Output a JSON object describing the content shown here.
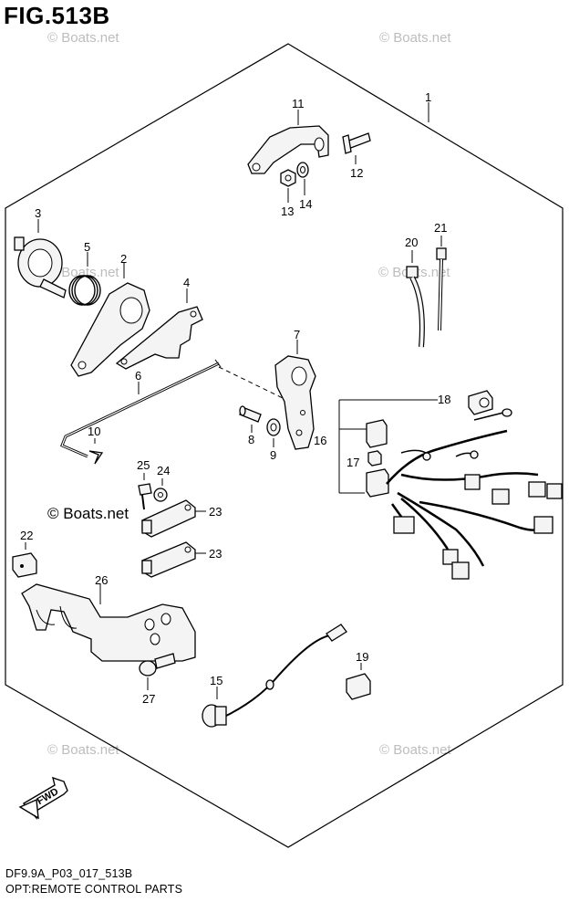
{
  "figure": {
    "title": "FIG.513B",
    "code": "DF9.9A_P03_017_513B",
    "caption": "OPT:REMOTE CONTROL PARTS"
  },
  "watermark": {
    "text": "© Boats.net",
    "text_light": "© Boats.net",
    "color_light": "#bdbdbd",
    "color_dark": "#000000"
  },
  "direction_marker": {
    "label": "FWD",
    "icon": "arrow-left-down-icon"
  },
  "callouts": [
    "1",
    "2",
    "3",
    "4",
    "5",
    "6",
    "7",
    "8",
    "9",
    "10",
    "11",
    "12",
    "13",
    "14",
    "15",
    "16",
    "17",
    "18",
    "19",
    "20",
    "21",
    "22",
    "23",
    "23",
    "24",
    "25",
    "26",
    "27"
  ]
}
